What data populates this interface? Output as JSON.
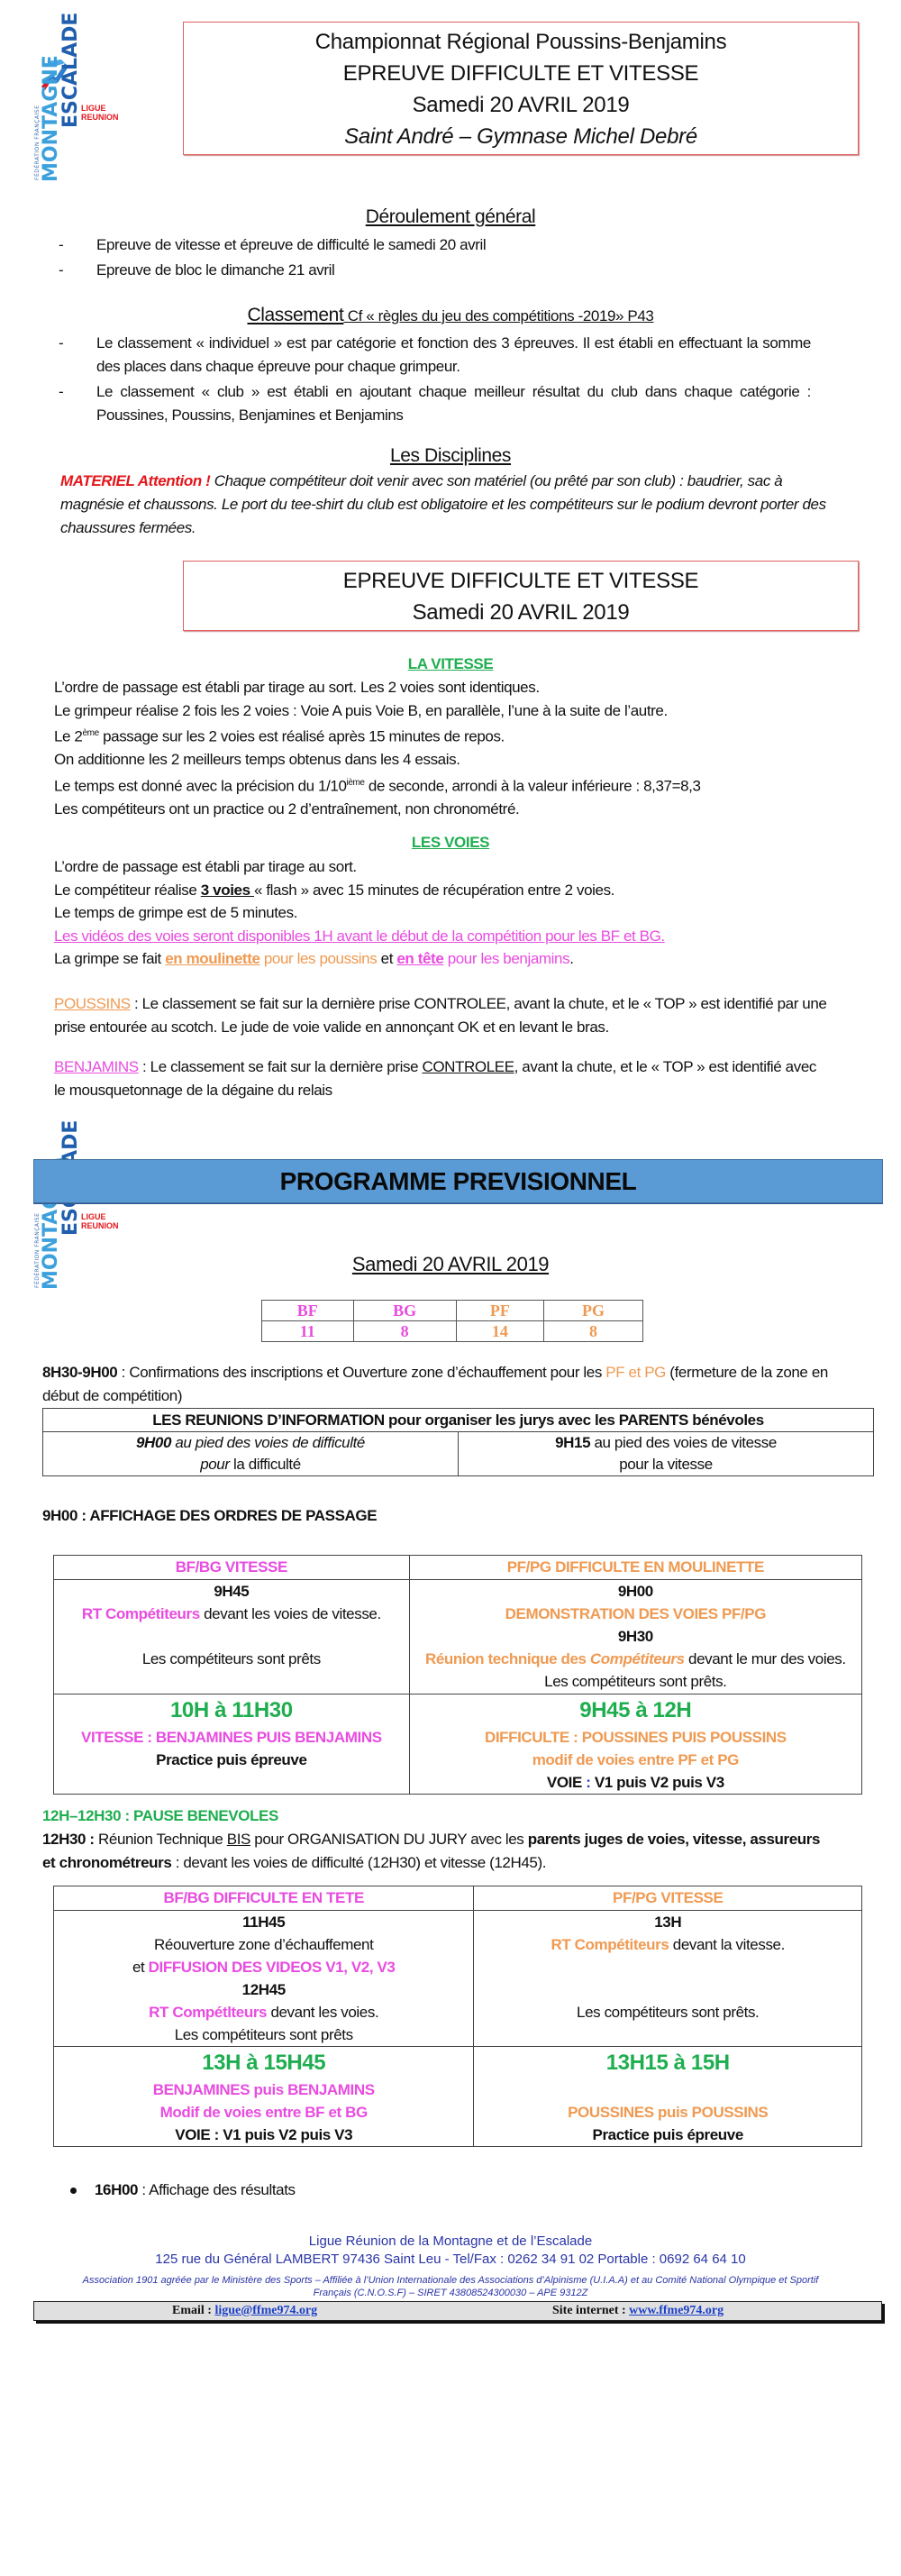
{
  "logo": {
    "federation": "FÉDÉRATION FRANÇAISE",
    "word1": "MONTAGNE",
    "word2": "ESCALADE",
    "ligue_line1": "LIGUE",
    "ligue_line2": "REUNION"
  },
  "header": {
    "line1": "Championnat Régional Poussins-Benjamins",
    "line2": "EPREUVE DIFFICULTE ET VITESSE",
    "line3": "Samedi 20 AVRIL 2019",
    "line4": "Saint André – Gymnase Michel Debré"
  },
  "deroulement": {
    "title": "Déroulement général",
    "items": [
      "Epreuve de vitesse et épreuve de difficulté le samedi 20 avril",
      "Epreuve de bloc le dimanche 21 avril"
    ]
  },
  "classement": {
    "title_main": "Classement",
    "title_ref": " Cf « règles du jeu des compétitions -2019»  P43",
    "items": [
      "Le classement « individuel » est par catégorie et fonction des 3 épreuves. Il est établi en effectuant la somme des places dans chaque épreuve pour chaque grimpeur.",
      "Le classement « club » est établi en ajoutant chaque meilleur résultat du club dans chaque catégorie : Poussines, Poussins, Benjamines et Benjamins"
    ]
  },
  "disciplines": {
    "title": "Les Disciplines",
    "warning_label": "MATERIEL Attention !",
    "warning_text": " Chaque compétiteur doit venir avec son matériel (ou prêté par son club) : baudrier, sac à magnésie et chaussons. Le port du tee-shirt du club est obligatoire et les compétiteurs sur le podium devront porter des chaussures fermées."
  },
  "epreuve_box": {
    "line1": "EPREUVE DIFFICULTE ET VITESSE",
    "line2": "Samedi 20 AVRIL 2019"
  },
  "vitesse": {
    "title": "LA VITESSE",
    "line1": "L’ordre de passage est établi par tirage au sort. Les 2 voies sont identiques.",
    "line2": "Le grimpeur réalise 2 fois les 2 voies :  Voie A puis Voie B, en parallèle, l’une à la suite de l’autre.",
    "line3_pre": "Le 2",
    "line3_sup": "ème",
    "line3_post": " passage sur les 2 voies est réalisé après 15 minutes de repos.",
    "line4": "On additionne les 2 meilleurs temps obtenus dans les 4 essais.",
    "line5_pre": "Le temps est donné avec la précision du 1/10",
    "line5_sup": "ième",
    "line5_post": " de seconde, arrondi à la valeur inférieure : 8,37=8,3",
    "line6": "Les compétiteurs ont un practice ou 2 d’entraînement, non chronométré."
  },
  "voies": {
    "title": "LES VOIES",
    "line1": "L’ordre de passage est établi par tirage au sort.",
    "line2_pre": "Le compétiteur réalise ",
    "line2_bold": "3 voies ",
    "line2_post": "« flash » avec 15 minutes de récupération entre 2 voies.",
    "line3": "Le temps de grimpe est de 5 minutes.",
    "line4": "Les vidéos des voies seront disponibles 1H avant le début de la compétition pour les BF et BG.",
    "line5_pre": "La grimpe se fait ",
    "line5_moul": "en moulinette",
    "line5_mid1": " pour les poussins",
    "line5_et": " et ",
    "line5_tete": "en tête",
    "line5_mid2": " pour les benjamins",
    "line5_end": "."
  },
  "poussins": {
    "label": "POUSSINS",
    "text": " : Le classement se fait sur la dernière prise CONTROLEE, avant la chute, et le « TOP » est identifié par une prise entourée au scotch. Le jude de voie valide en annonçant OK et en levant le bras."
  },
  "benjamins": {
    "label": "BENJAMINS",
    "text_pre": " : Le classement se fait sur la dernière prise ",
    "text_ctrl": "CONTROLEE",
    "text_post": ", avant la chute, et le « TOP » est identifié avec le mousquetonnage de la dégaine du relais"
  },
  "programme": {
    "banner": "PROGRAMME PREVISIONNEL",
    "date": "Samedi 20 AVRIL 2019",
    "counts": {
      "headers": [
        "BF",
        "BG",
        "PF",
        "PG"
      ],
      "values": [
        "11",
        "8",
        "14",
        "8"
      ]
    },
    "confirm_time": "8H30-9H00",
    "confirm_text": " : Confirmations des inscriptions et Ouverture zone d’échauffement pour les ",
    "confirm_cat": "PF et PG",
    "confirm_end": "  (fermeture de la zone en début de compétition)",
    "reunions": {
      "header": "LES REUNIONS D’INFORMATION pour organiser les jurys avec les PARENTS bénévoles",
      "left_time": "9H00",
      "left_text1": " au pied des voies de difficulté",
      "left_pour": "pour",
      "left_text2": " la difficulté",
      "right_time": "9H15",
      "right_text1": " au pied des voies de vitesse",
      "right_text2": "pour la vitesse"
    },
    "affichage": "9H00 : AFFICHAGE DES ORDRES DE PASSAGE",
    "table1": {
      "left_header": "BF/BG VITESSE",
      "right_header": "PF/PG DIFFICULTE EN MOULINETTE",
      "left_time": "9H45",
      "left_rt": "RT Compétiteurs",
      "left_rt_text": " devant les voies de vitesse.",
      "left_ready": "Les compétiteurs sont prêts",
      "right_time1": "9H00",
      "right_demo": "DEMONSTRATION DES VOIES PF/PG",
      "right_time2": "9H30",
      "right_reunion": "Réunion technique des ",
      "right_comp": "Compétiteurs",
      "right_text": " devant le mur des voies. Les compétiteurs sont prêts.",
      "left_slot": "10H à 11H30",
      "left_slot_desc": "VITESSE : BENJAMINES PUIS BENJAMINS",
      "left_slot_note": "Practice puis épreuve",
      "right_slot": "9H45 à 12H",
      "right_slot_desc": "DIFFICULTE : POUSSINES PUIS POUSSINS",
      "right_slot_modif": "modif de voies entre PF et PG",
      "right_slot_voie_pre": "VOIE ",
      "right_slot_voie_colon": ":",
      "right_slot_voie_post": " V1 puis V2 puis V3"
    },
    "pause": "12H–12H30 : PAUSE BENEVOLES",
    "rt_bis": {
      "time": "12H30 :",
      "text1": " Réunion Technique ",
      "bis": "BIS",
      "text2": " pour ORGANISATION DU JURY avec les ",
      "bold": "parents juges de voies, vitesse, assureurs et chronométreurs",
      "text3": " : devant les voies de difficulté (12H30) et vitesse (12H45)."
    },
    "table2": {
      "left_header": "BF/BG DIFFICULTE EN TETE",
      "right_header": "PF/PG VITESSE",
      "left_time1": "11H45",
      "left_reouv": "Réouverture zone d’échauffement",
      "left_et": "et ",
      "left_diff": "DIFFUSION DES VIDEOS V1, V2, V3",
      "left_time2": "12H45",
      "left_rt": "RT Compétlteurs",
      "left_rt_text": " devant les voies.",
      "left_ready": "Les compétiteurs sont prêts",
      "right_time": "13H",
      "right_rt": "RT Compétiteurs",
      "right_rt_text": " devant la vitesse.",
      "right_ready": "Les compétiteurs sont prêts.",
      "left_slot": "13H à 15H45",
      "left_slot_desc": "BENJAMINES puis BENJAMINS",
      "left_slot_modif": "Modif de voies entre BF et BG",
      "left_slot_voie": "VOIE : V1 puis V2 puis V3",
      "right_slot": "13H15 à 15H",
      "right_slot_desc": "POUSSINES puis POUSSINS",
      "right_slot_note": "Practice puis épreuve"
    },
    "results_time": "16H00",
    "results_text": " : Affichage des résultats"
  },
  "footer": {
    "org": "Ligue Réunion de la Montagne et de l’Escalade",
    "address": "125 rue du Général LAMBERT  97436 Saint Leu  - Tel/Fax : 0262 34 91 02 Portable : 0692 64 64 10",
    "legal1": "Association 1901 agréée par le Ministère des Sports – Affiliée à l’Union Internationale des Associations d’Alpinisme (U.I.A.A) et au Comité National Olympique et Sportif",
    "legal2": "Français (C.N.O.S.F) – SIRET 43808524300030 – APE 9312Z",
    "email_label": "Email : ",
    "email": "ligue@ffme974.org",
    "site_label": "Site internet : ",
    "site": "www.ffme974.org"
  },
  "colors": {
    "benjamins_pink": "#e84ce0",
    "poussins_orange": "#ef9a52",
    "time_green": "#1fae4f",
    "warning_red": "#e3171c",
    "banner_blue": "#5b9bd5",
    "footer_blue": "#2a34a6"
  }
}
